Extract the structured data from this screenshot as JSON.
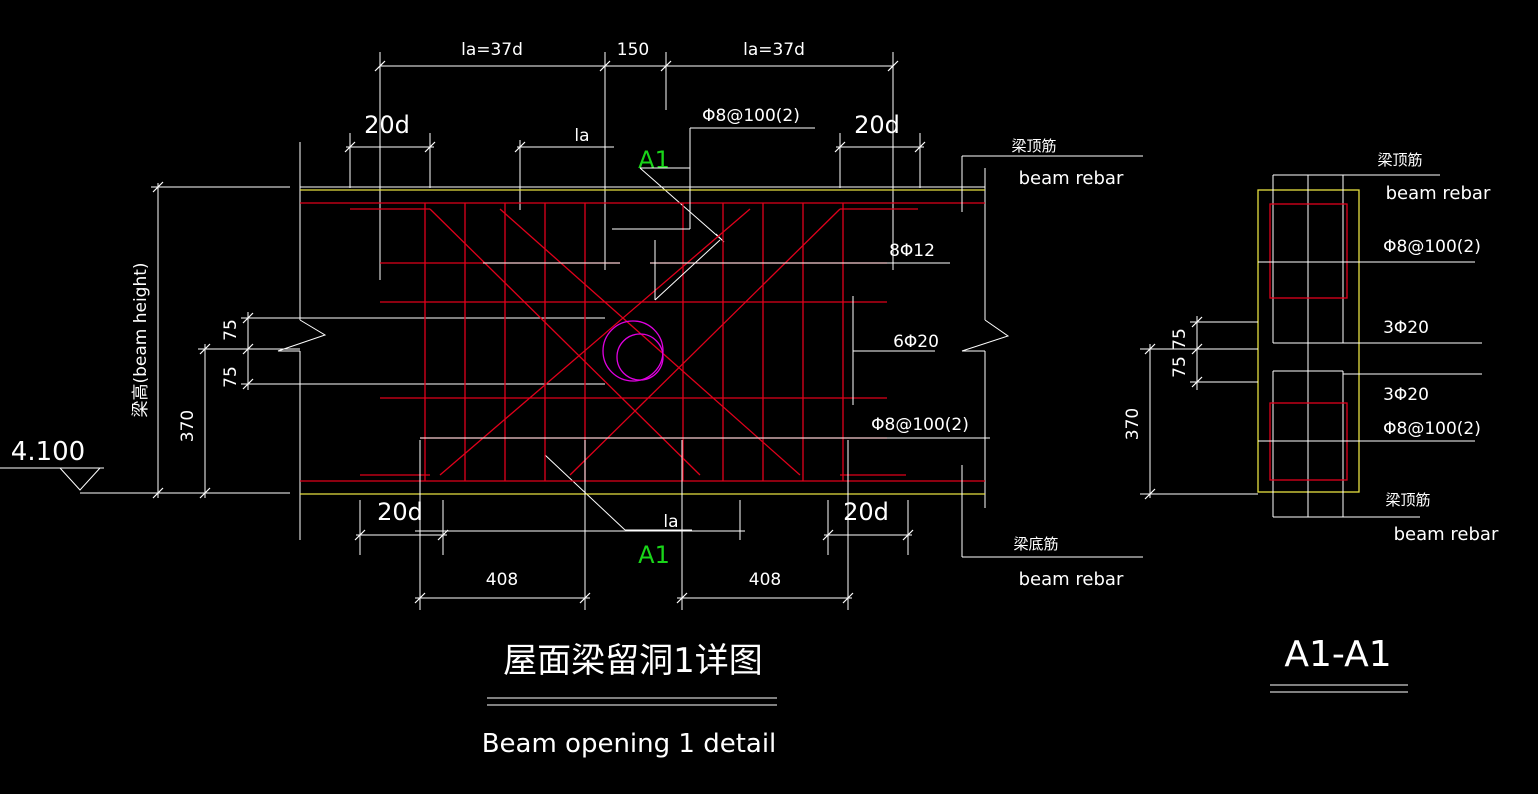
{
  "main_detail": {
    "dims": {
      "la_left": "la=37d",
      "gap": "150",
      "la_right": "la=37d",
      "d20_top_left": "20d",
      "d20_top_right": "20d",
      "la_top": "la",
      "d20_bot_left": "20d",
      "d20_bot_right": "20d",
      "la_bot": "la",
      "d408_left": "408",
      "d408_right": "408",
      "d75_upper": "75",
      "d75_lower": "75",
      "d370": "370"
    },
    "beam_height_label": "梁高(beam height)",
    "elevation": "4.100",
    "section_mark_top": "A1",
    "section_mark_bottom": "A1",
    "callouts": {
      "stirrup_top": "Φ8@100(2)",
      "bar_8phi12": "8Φ12",
      "bar_6phi20": "6Φ20",
      "stirrup_bottom": "Φ8@100(2)",
      "top_rebar_cn": "梁顶筋",
      "top_rebar_en": "beam rebar",
      "bottom_rebar_cn": "梁底筋",
      "bottom_rebar_en": "beam rebar"
    },
    "title_cn": "屋面梁留洞1详图",
    "title_en": "Beam opening 1 detail"
  },
  "section": {
    "callouts": {
      "top_rebar_cn": "梁顶筋",
      "top_rebar_en": "beam rebar",
      "stirrup_upper": "Φ8@100(2)",
      "bar_upper": "3Φ20",
      "bar_lower": "3Φ20",
      "stirrup_lower": "Φ8@100(2)",
      "bottom_rebar_cn": "梁顶筋",
      "bottom_rebar_en": "beam rebar"
    },
    "dims": {
      "d75_a": "75",
      "d75_b": "75",
      "d370": "370"
    },
    "title": "A1-A1"
  },
  "colors": {
    "background": "#000000",
    "line": "#ffffff",
    "rebar": "#e0001b",
    "beam_edge": "#e6e040",
    "opening": "#e000e0",
    "section_mark": "#19d519"
  }
}
